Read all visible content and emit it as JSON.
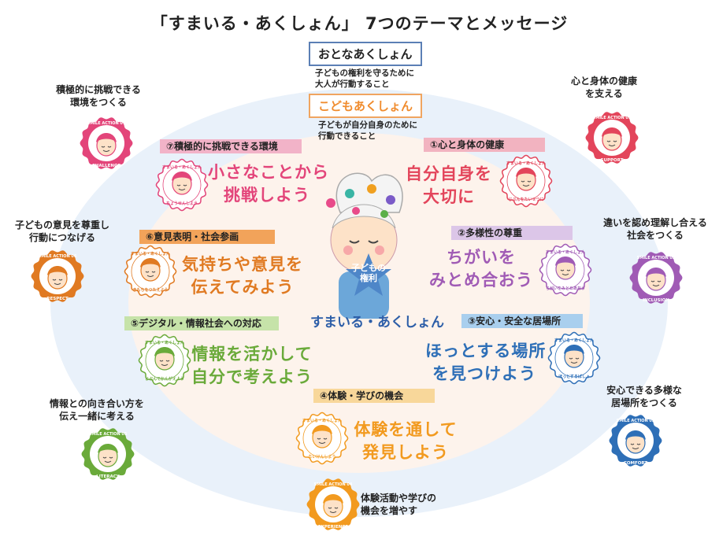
{
  "title": "「すまいる・あくしょん」 7つのテーマとメッセージ",
  "roles": {
    "adult": {
      "label": "おとなあくしょん",
      "desc_line1": "子どもの権利を守るために",
      "desc_line2": "大人が行動すること",
      "color": "#5b7fb5"
    },
    "child": {
      "label": "こどもあくしょん",
      "desc_line1": "子どもが自分自身のために",
      "desc_line2": "行動できること",
      "color": "#f0a560"
    }
  },
  "central": {
    "star_line1": "子どもの",
    "star_line2": "権利",
    "logo": "すまいる・あくしょん"
  },
  "themes": [
    {
      "bar": "①心と身体の健康",
      "msg1": "自分自身を",
      "msg2": "大切に",
      "color": "#e3455b",
      "bar_color": "#f2b3c0",
      "outer1": "心と身体の健康",
      "outer2": "を支える",
      "badge_label": "SUPPORT",
      "badge_top": "SMILE ACTION 01",
      "badge_inner": "じぶんをたいせつに"
    },
    {
      "bar": "②多様性の尊重",
      "msg1": "ちがいを",
      "msg2": "みとめ合おう",
      "color": "#a05bb5",
      "bar_color": "#dcc6e8",
      "outer1": "違いを認め理解し合える",
      "outer2": "社会をつくる",
      "badge_label": "INCLUSION",
      "badge_top": "SMILE ACTION 02",
      "badge_inner": "ちがいをみとめあおう"
    },
    {
      "bar": "③安心・安全な居場所",
      "msg1": "ほっとする場所",
      "msg2": "を見つけよう",
      "color": "#2e6fb7",
      "bar_color": "#a9cfee",
      "outer1": "安心できる多様な",
      "outer2": "居場所をつくる",
      "badge_label": "COMFORT",
      "badge_top": "SMILE ACTION 03",
      "badge_inner": "ほっとするばしょ"
    },
    {
      "bar": "④体験・学びの機会",
      "msg1": "体験を通して",
      "msg2": "発見しよう",
      "color": "#f29a1f",
      "bar_color": "#f8d79a",
      "outer1": "体験活動や学びの",
      "outer2": "機会を増やす",
      "badge_label": "EXPERIENCE",
      "badge_top": "SMILE ACTION 04",
      "badge_inner": "たいけんしよう"
    },
    {
      "bar": "⑤デジタル・情報社会への対応",
      "msg1": "情報を活かして",
      "msg2": "自分で考えよう",
      "color": "#6aaa3a",
      "bar_color": "#c6e3a9",
      "outer1": "情報との向き合い方を",
      "outer2": "伝え一緒に考える",
      "badge_label": "LITERACY",
      "badge_top": "SMILE ACTION 05",
      "badge_inner": "じぶんでかんがえよう"
    },
    {
      "bar": "⑥意見表明・社会参画",
      "msg1": "気持ちや意見を",
      "msg2": "伝えてみよう",
      "color": "#e07a22",
      "bar_color": "#f2a35a",
      "outer1": "子どもの意見を尊重し",
      "outer2": "行動につなげる",
      "badge_label": "RESPECT",
      "badge_top": "SMILE ACTION 06",
      "badge_inner": "きもちをつたえよう"
    },
    {
      "bar": "⑦積極的に挑戦できる環境",
      "msg1": "小さなことから",
      "msg2": "挑戦しよう",
      "color": "#e3457a",
      "bar_color": "#f2b3c8",
      "outer1": "積極的に挑戦できる",
      "outer2": "環境をつくる",
      "badge_label": "CHALLENGE",
      "badge_top": "SMILE ACTION 07",
      "badge_inner": "ちょうせんしよう"
    }
  ]
}
